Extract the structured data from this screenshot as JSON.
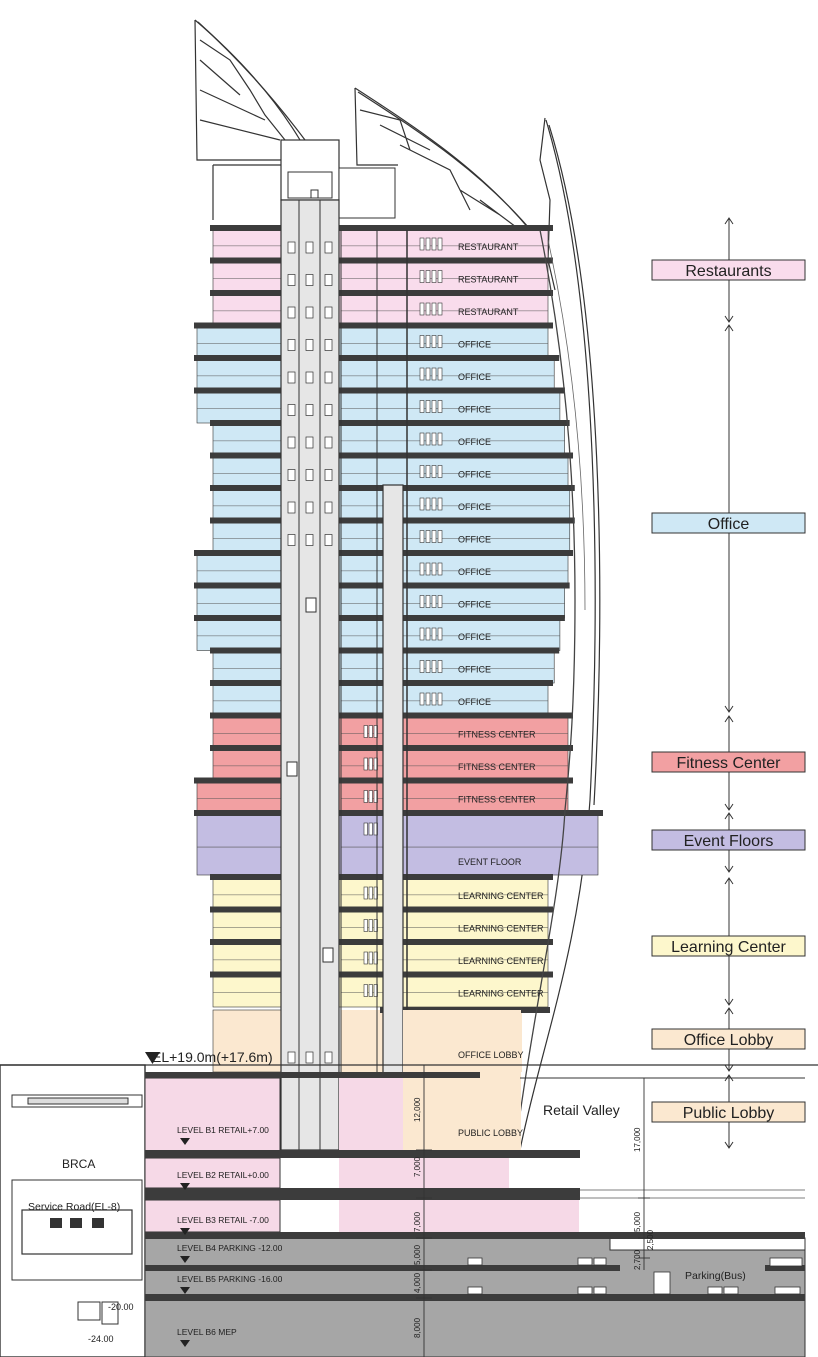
{
  "floor_labels": [
    "RESTAURANT",
    "RESTAURANT",
    "RESTAURANT",
    "OFFICE",
    "OFFICE",
    "OFFICE",
    "OFFICE",
    "OFFICE",
    "OFFICE",
    "OFFICE",
    "OFFICE",
    "OFFICE",
    "OFFICE",
    "OFFICE",
    "OFFICE",
    "FITNESS CENTER",
    "FITNESS CENTER",
    "FITNESS CENTER",
    "EVENT FLOOR",
    "LEARNING CENTER",
    "LEARNING CENTER",
    "LEARNING CENTER",
    "LEARNING CENTER",
    "OFFICE LOBBY",
    "PUBLIC LOBBY"
  ],
  "zones": [
    {
      "label": "Restaurants",
      "color": "#f9dcec"
    },
    {
      "label": "Office",
      "color": "#cfe8f5"
    },
    {
      "label": "Fitness Center",
      "color": "#f2a0a2"
    },
    {
      "label": "Event Floors",
      "color": "#c3bde2"
    },
    {
      "label": "Learning Center",
      "color": "#fdf7cc"
    },
    {
      "label": "Office Lobby",
      "color": "#fbe8d0"
    },
    {
      "label": "Public Lobby",
      "color": "#fbe8d0"
    }
  ],
  "levels": [
    "LEVEL B1 RETAIL+7.00",
    "LEVEL B2 RETAIL+0.00",
    "LEVEL B3 RETAIL -7.00",
    "LEVEL B4 PARKING -12.00",
    "LEVEL B5 PARKING -16.00",
    "LEVEL B6 MEP"
  ],
  "elevation": "EL+19.0m(+17.6m)",
  "retail_valley": "Retail Valley",
  "brca": "BRCA",
  "service_road": "Service Road(EL-8)",
  "parking_bus": "Parking(Bus)",
  "left_small": [
    "-20.00",
    "-24.00"
  ],
  "dims_left": [
    "12,000",
    "7,000",
    "7,000",
    "5,000",
    "4,000",
    "8,000"
  ],
  "dims_right": [
    "17,000",
    "5,000",
    "2,700",
    "2,500"
  ],
  "colors": {
    "slab": "#3c3c3c",
    "core": "#e4e4e4",
    "ground": "#9a9a9a",
    "basement_retail": "#f6d9e7"
  }
}
